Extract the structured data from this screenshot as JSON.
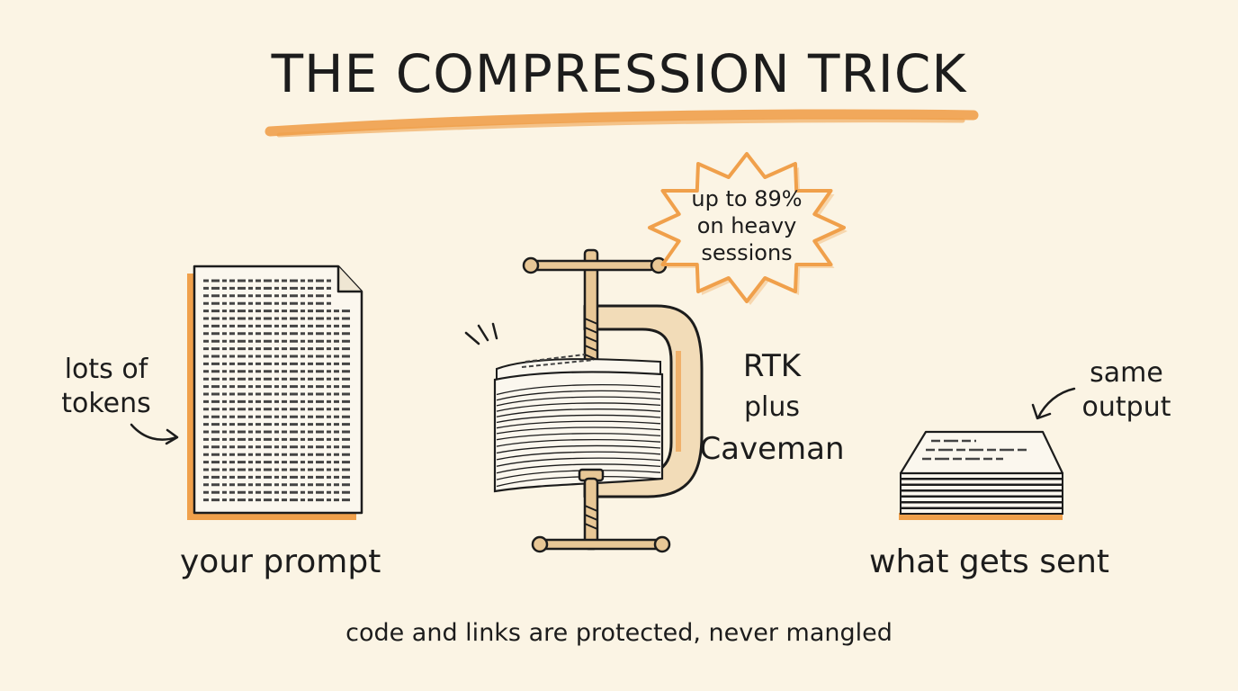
{
  "title": "THE COMPRESSION TRICK",
  "input": {
    "annotation_line1": "lots of",
    "annotation_line2": "tokens",
    "caption": "your prompt"
  },
  "compressor": {
    "name_line1": "RTK",
    "name_line2": "plus",
    "name_line3": "Caveman",
    "badge_line1": "up to 89%",
    "badge_line2": "on heavy",
    "badge_line3": "sessions"
  },
  "output": {
    "annotation_line1": "same",
    "annotation_line2": "output",
    "caption": "what gets sent"
  },
  "footer": "code and links are protected, never mangled",
  "colors": {
    "background": "#fbf4e4",
    "accent": "#f0a04b",
    "ink": "#1c1c1c",
    "paper": "#fbf7ee"
  },
  "icons": [
    "document-icon",
    "clamp-icon",
    "paper-stack-icon",
    "starburst-badge",
    "arrow-icon"
  ]
}
